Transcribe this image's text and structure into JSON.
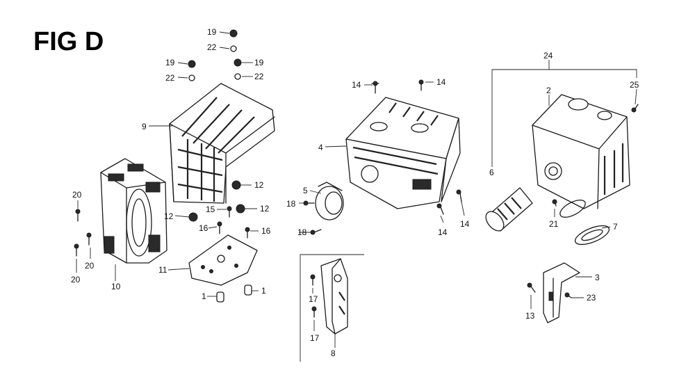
{
  "figure": {
    "title": "FIG D"
  },
  "callouts": {
    "c1a": "1",
    "c1b": "1",
    "c2": "2",
    "c3": "3",
    "c4": "4",
    "c5": "5",
    "c6": "6",
    "c7": "7",
    "c8": "8",
    "c9": "9",
    "c10": "10",
    "c11": "11",
    "c12a": "12",
    "c12b": "12",
    "c12c": "12",
    "c13": "13",
    "c14a": "14",
    "c14b": "14",
    "c14c": "14",
    "c14d": "14",
    "c15": "15",
    "c16a": "16",
    "c16b": "16",
    "c17a": "17",
    "c17b": "17",
    "c18a": "18",
    "c18b": "18",
    "c19a": "19",
    "c19b": "19",
    "c19c": "19",
    "c20a": "20",
    "c20b": "20",
    "c20c": "20",
    "c21": "21",
    "c22a": "22",
    "c22b": "22",
    "c22c": "22",
    "c23": "23",
    "c24": "24",
    "c25": "25"
  }
}
